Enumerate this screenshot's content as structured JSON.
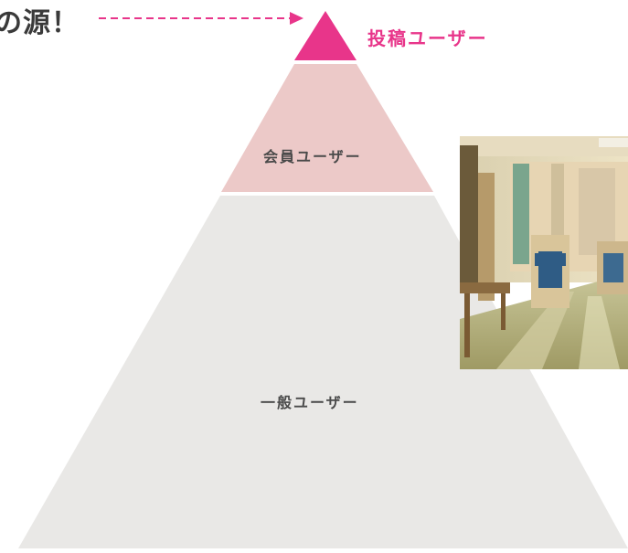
{
  "header": {
    "source_text": "の源！"
  },
  "pyramid": {
    "top_label": "投稿ユーザー",
    "middle_label": "会員ユーザー",
    "bottom_label": "一般ユーザー"
  },
  "colors": {
    "top_tier": "#e8358a",
    "middle_tier": "#ecc9c8",
    "bottom_tier": "#e9e8e6",
    "arrow": "#e8358a",
    "label_accent": "#e8358a"
  },
  "photo": {
    "icon": "room-photo"
  }
}
